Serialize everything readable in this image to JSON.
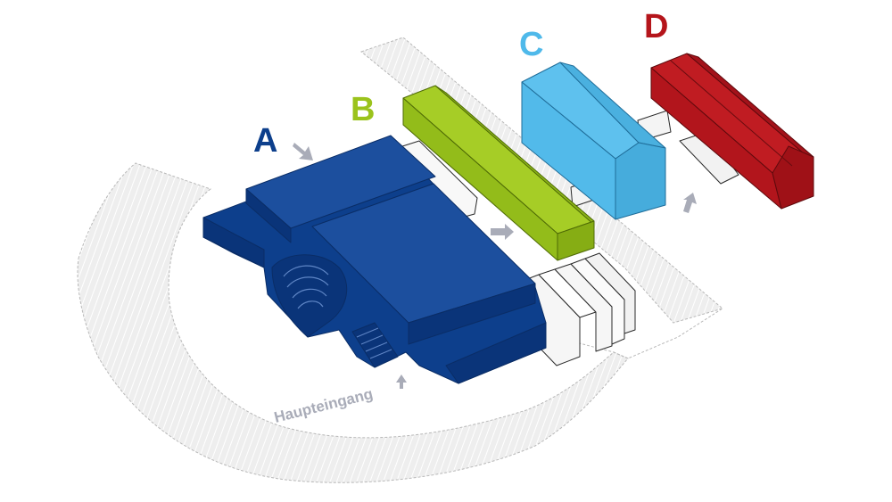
{
  "labels": {
    "a": "A",
    "b": "B",
    "c": "C",
    "d": "D",
    "entrance": "Haupteingang"
  },
  "colors": {
    "a": "#0d3f8c",
    "b": "#9bc31c",
    "c": "#4fb9ea",
    "d": "#b5151b",
    "path": "#ebebeb",
    "arrow": "#a9acb8",
    "outline": "#2a2a2a"
  },
  "icons": {
    "entrance_arrow": "arrow-up-icon",
    "side_arrows": "arrow-icon"
  }
}
